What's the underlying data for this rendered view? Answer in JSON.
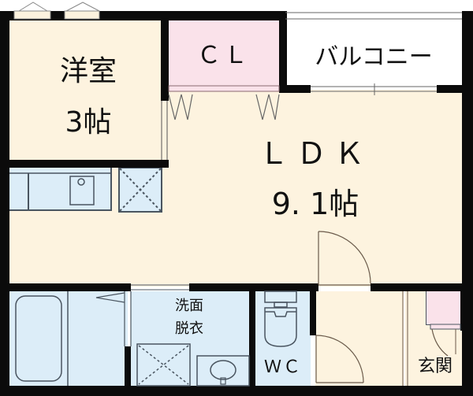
{
  "title": "Floor plan 1LDK",
  "colors": {
    "wall": "#0b0b0b",
    "living_floor": "#fdf3df",
    "wet_area": "#dcedf8",
    "closet": "#fae2ea",
    "balcony": "#ffffff",
    "fixture_line": "#4a5560"
  },
  "rooms": {
    "western_room": {
      "name": "洋室",
      "size": "3帖"
    },
    "closet": {
      "name": "ＣＬ"
    },
    "balcony": {
      "name": "バルコニー"
    },
    "ldk": {
      "name": "ＬＤＫ",
      "size": "9. 1帖"
    },
    "washroom": {
      "line1": "洗面",
      "line2": "脱衣"
    },
    "toilet": {
      "name": "ＷＣ"
    },
    "entrance": {
      "name": "玄関"
    }
  }
}
